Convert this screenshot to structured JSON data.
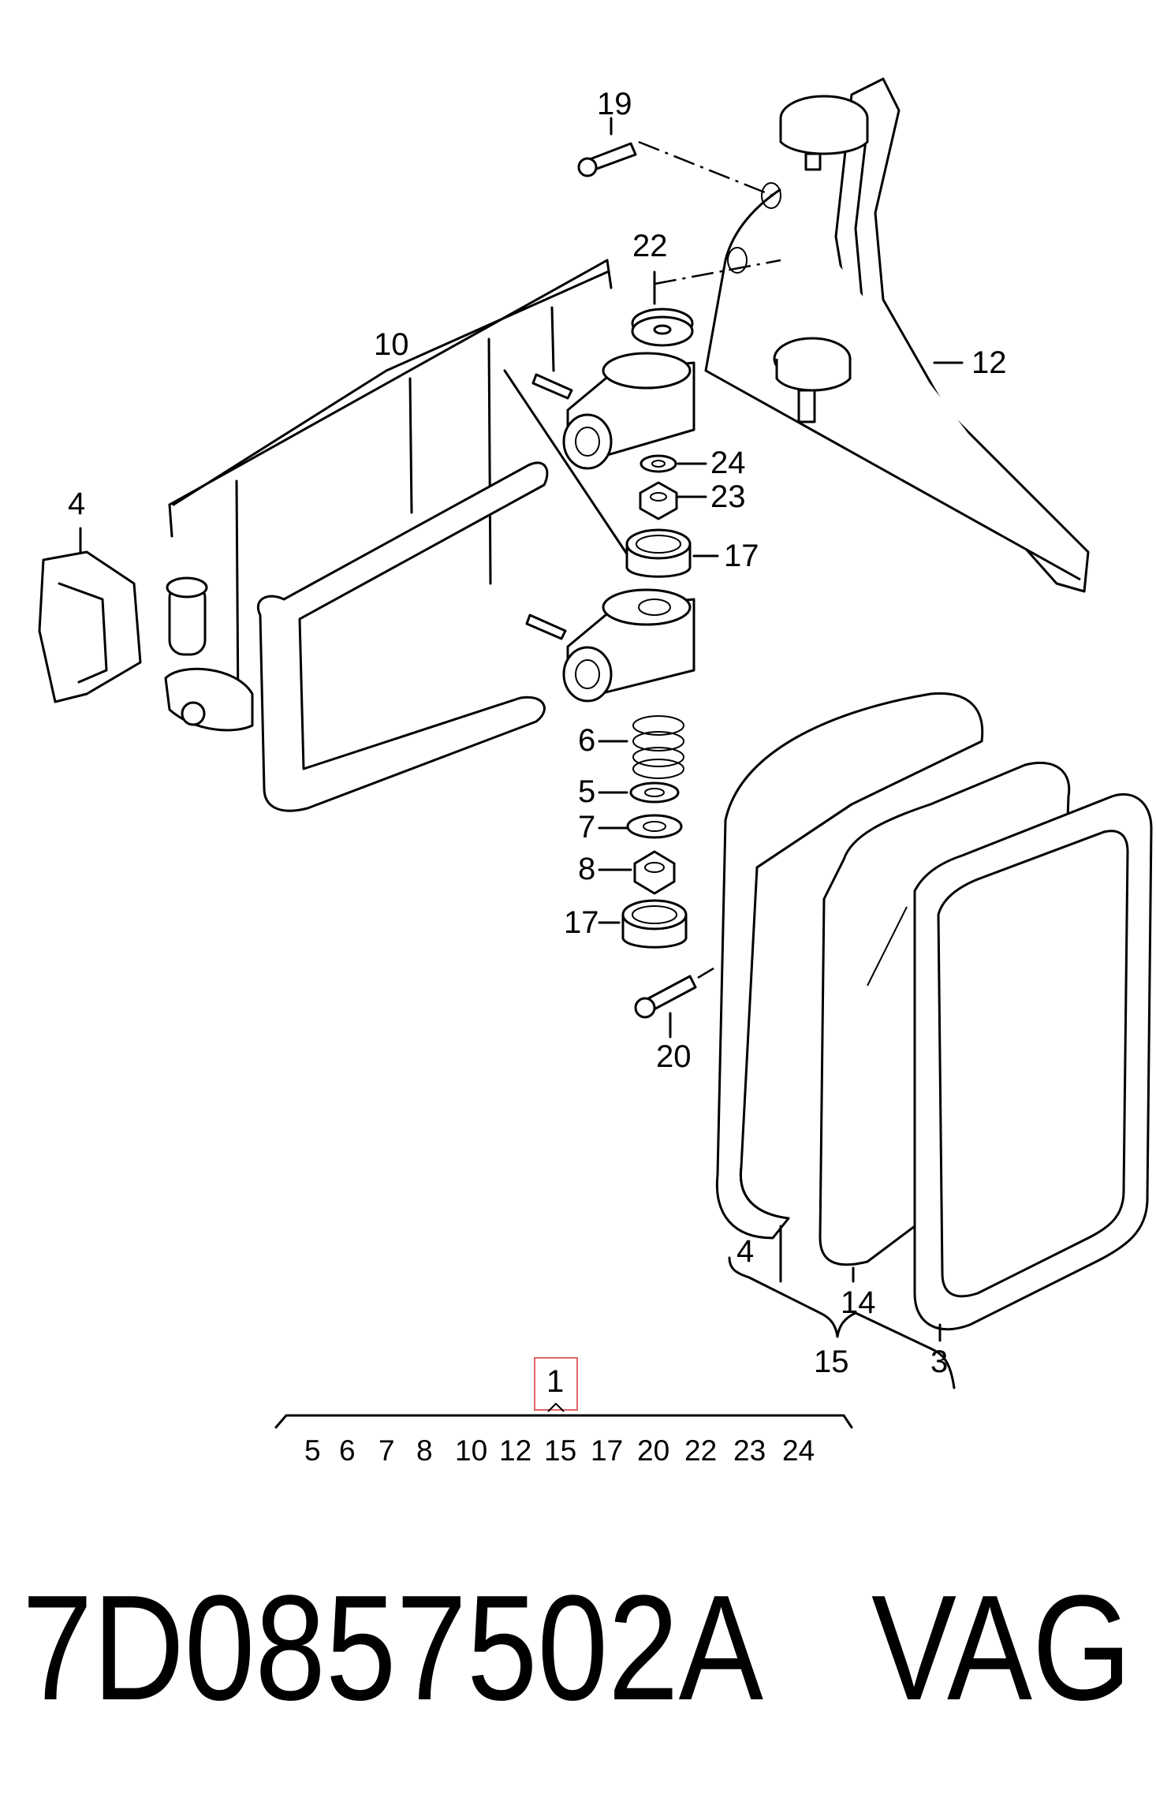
{
  "diagram": {
    "callouts": {
      "c19": "19",
      "c22": "22",
      "c10": "10",
      "c12": "12",
      "c24": "24",
      "c23": "23",
      "c17a": "17",
      "c4a": "4",
      "c6": "6",
      "c5": "5",
      "c7": "7",
      "c8": "8",
      "c17b": "17",
      "c20": "20",
      "c4b": "4",
      "c14": "14",
      "c15": "15",
      "c3": "3",
      "c1": "1"
    },
    "index_numbers": [
      "5",
      "6",
      "7",
      "8",
      "10",
      "12",
      "15",
      "17",
      "20",
      "22",
      "23",
      "24"
    ],
    "part_number": "7D0857502A",
    "brand": "VAG"
  },
  "colors": {
    "line": "#000000",
    "highlight": "#e06666",
    "background": "#ffffff"
  }
}
